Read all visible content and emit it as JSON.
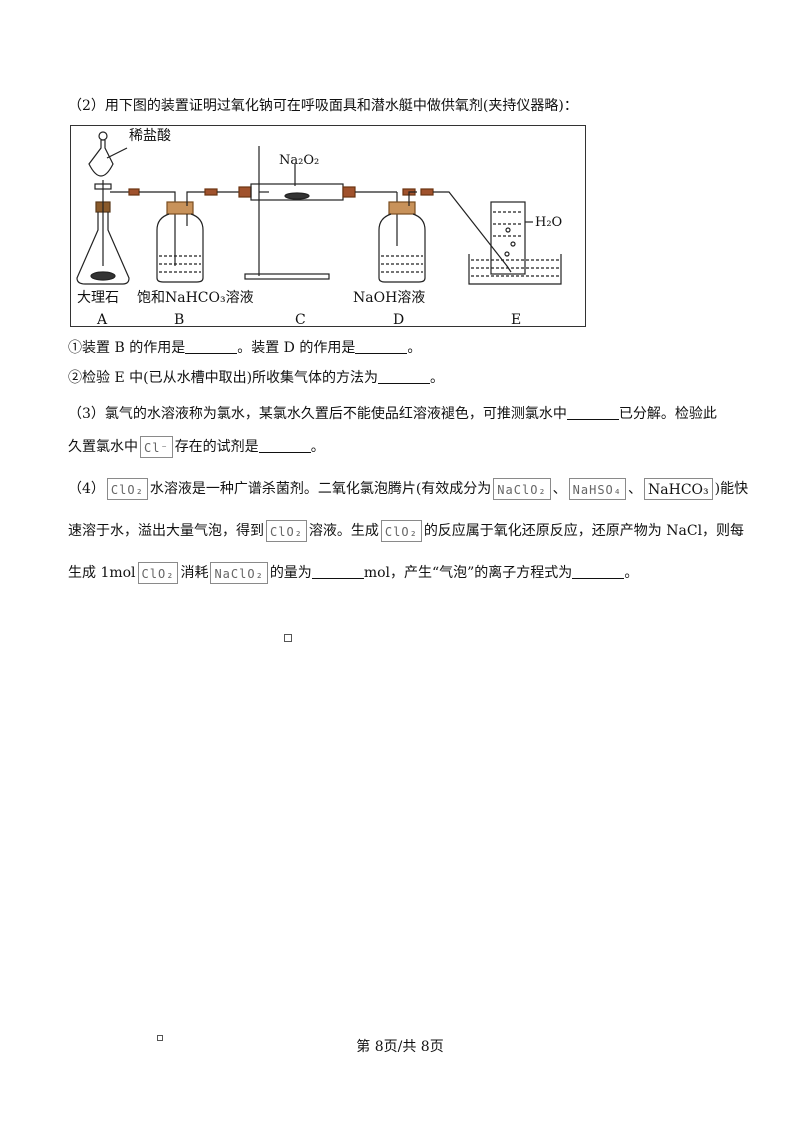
{
  "q2": {
    "intro": "（2）用下图的装置证明过氧化钠可在呼吸面具和潜水艇中做供氧剂(夹持仪器略)：",
    "figure": {
      "label_acid": "稀盐酸",
      "label_na2o2": "Na₂O₂",
      "label_marble": "大理石",
      "label_nahco3": "饱和NaHCO₃溶液",
      "label_naoh": "NaOH溶液",
      "label_h2o": "H₂O",
      "letters": [
        "A",
        "B",
        "C",
        "D",
        "E"
      ]
    },
    "line1_a": "①装置 B 的作用是",
    "line1_b": "。装置 D 的作用是",
    "line1_c": "。",
    "line2_a": "②检验 E 中(已从水槽中取出)所收集气体的方法为",
    "line2_b": "。"
  },
  "q3": {
    "l1_a": "（3）氯气的水溶液称为氯水，某氯水久置后不能使品红溶液褪色，可推测氯水中",
    "l1_b": "已分解。检验此",
    "l2_a": "久置氯水中",
    "cl_ion": "Cl⁻",
    "l2_b": "存在的试剂是",
    "l2_c": "。"
  },
  "q4": {
    "l1_a": "（4）",
    "clo2": "ClO₂",
    "l1_b": "水溶液是一种广谱杀菌剂。二氧化氯泡腾片(有效成分为",
    "naclo2": "NaClO₂",
    "sep1": "、",
    "nahso4": "NaHSO₄",
    "sep2": "、",
    "nahco3": "NaHCO₃",
    "l1_c": ")能快",
    "l2_a": "速溶于水，溢出大量气泡，得到",
    "l2_b": "溶液。生成",
    "l2_c": "的反应属于氧化还原反应，还原产物为 NaCl，则每",
    "l3_a": "生成 1mol",
    "l3_b": "消耗",
    "l3_c": "的量为",
    "l3_d": "mol，产生“气泡”的离子方程式为",
    "l3_e": "。"
  },
  "footer": "第 8页/共 8页"
}
